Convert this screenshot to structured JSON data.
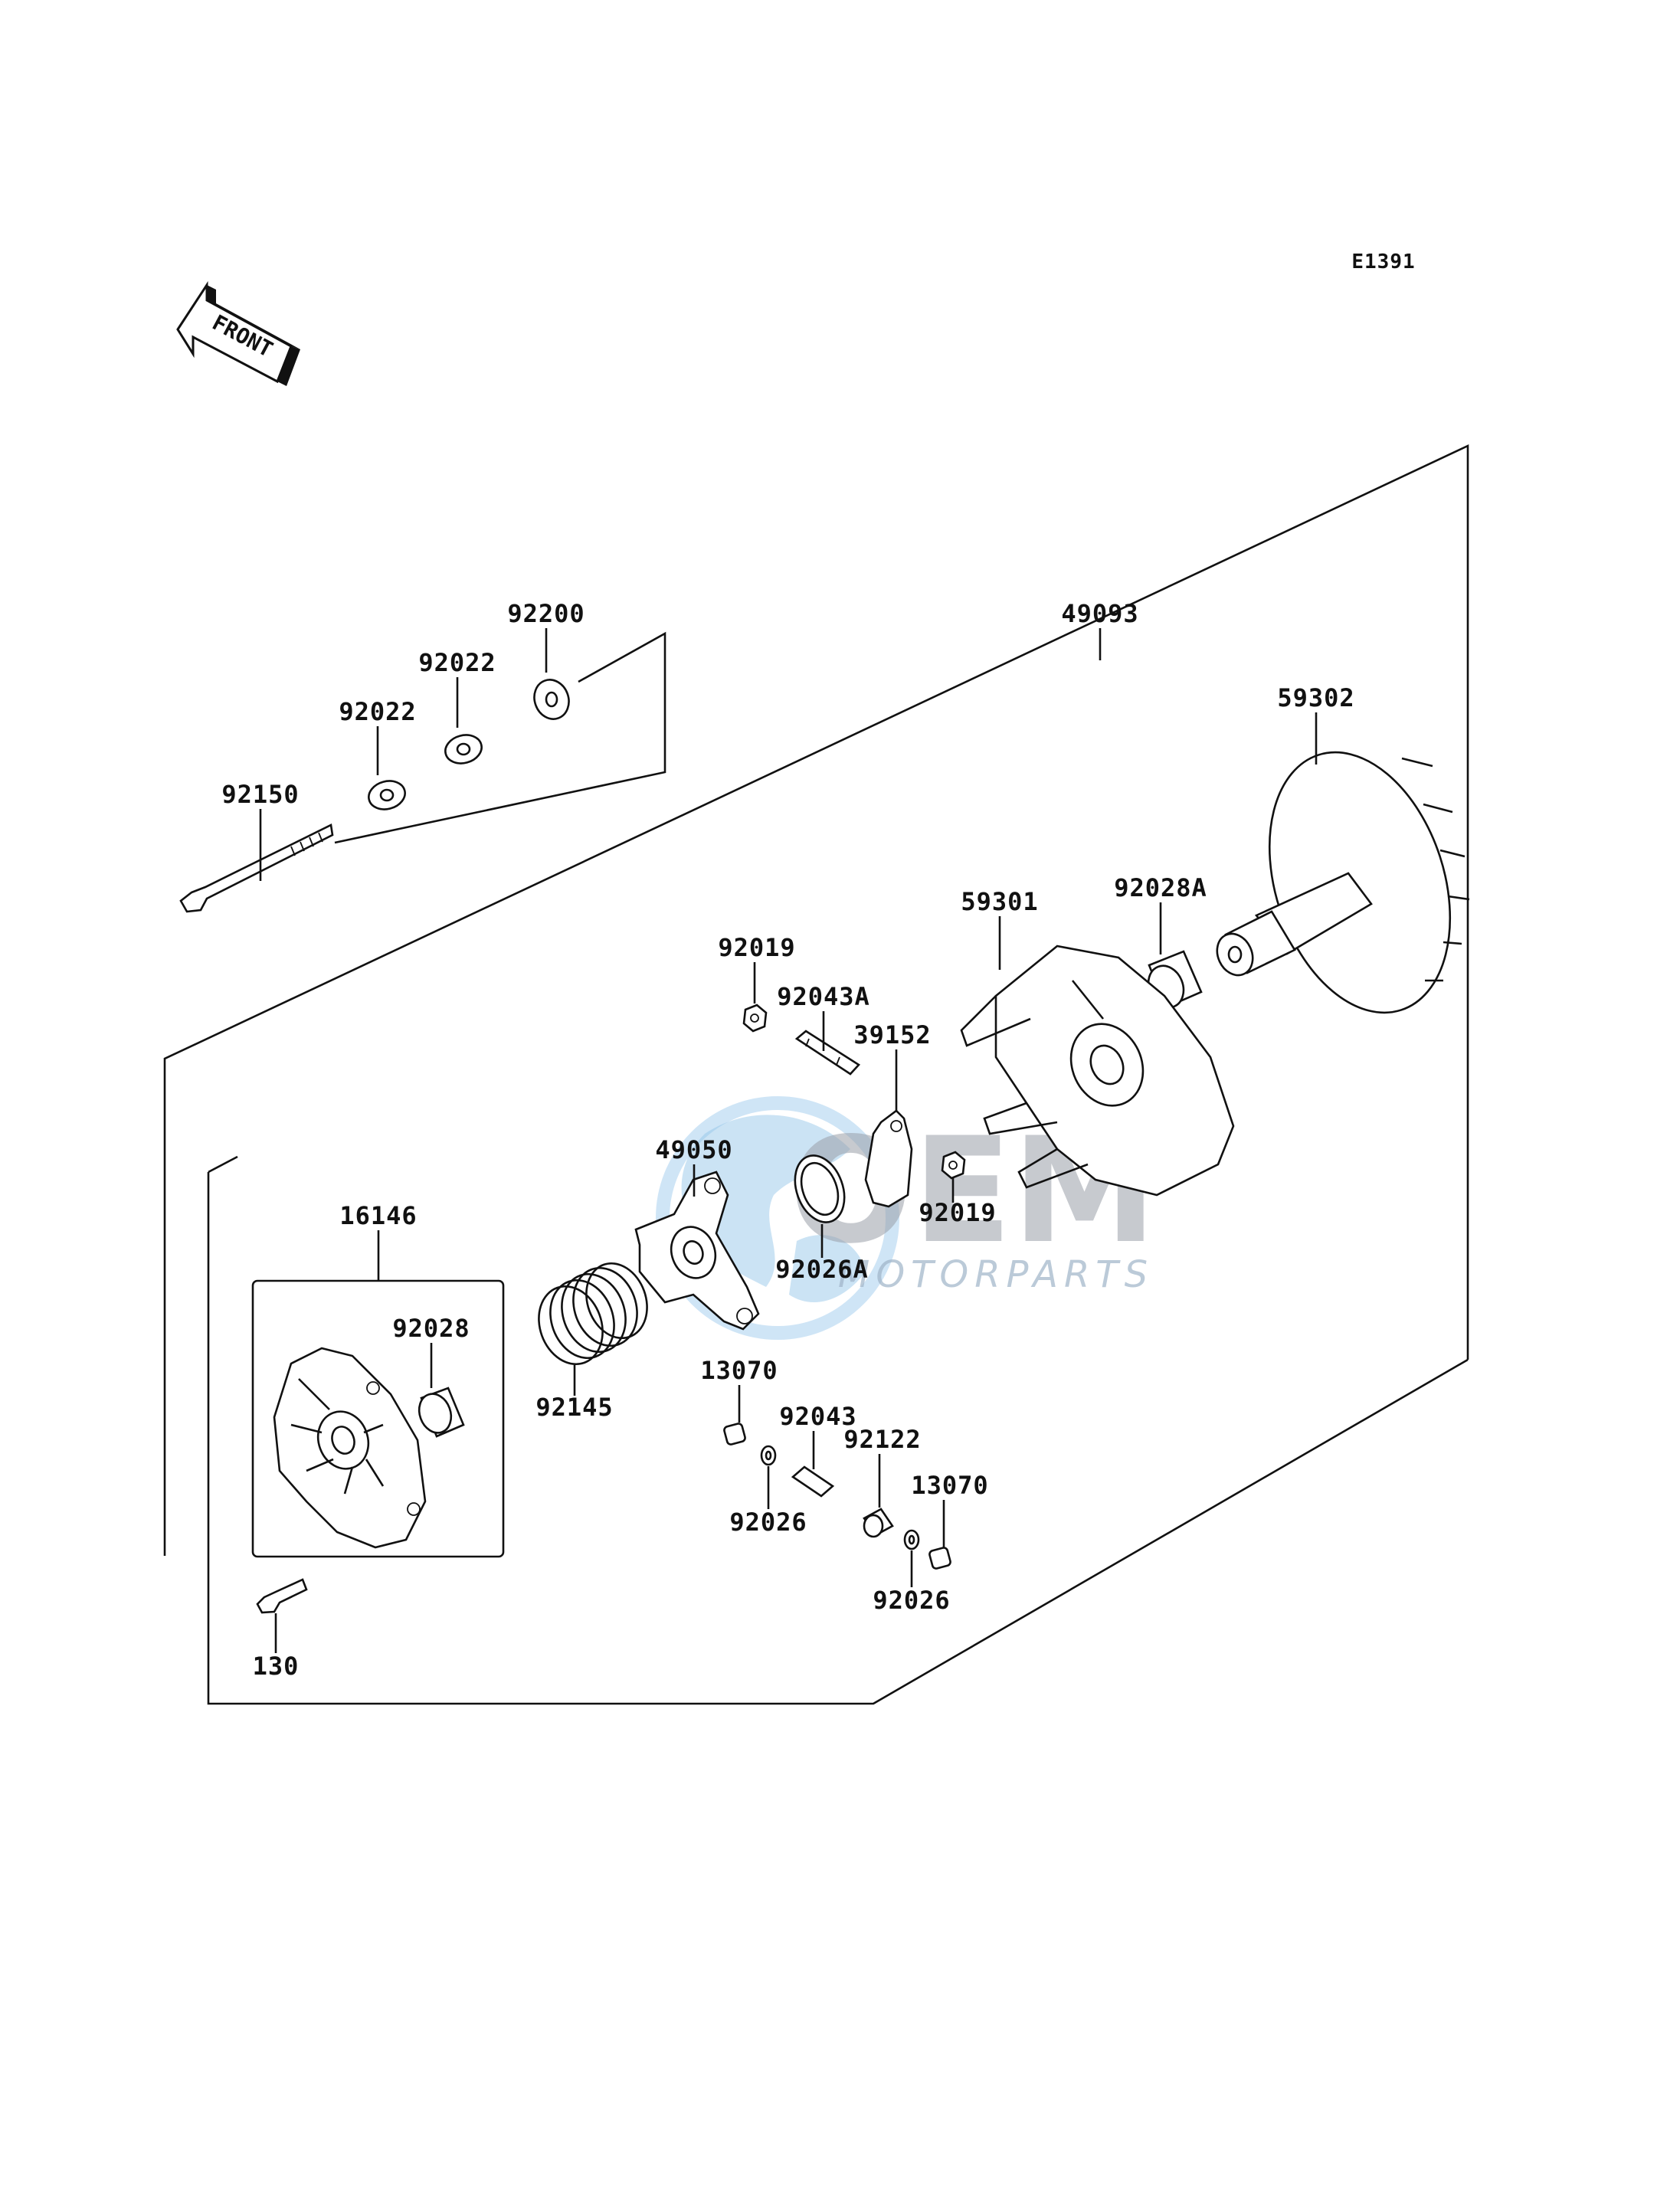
{
  "diagram_code": "E1391",
  "front_badge": "FRONT",
  "watermark": {
    "brand": "OEM",
    "sub": "MOTORPARTS",
    "globe_color": "#6fb0e0",
    "text_color": "#8f949c"
  },
  "labels": {
    "p49093": "49093",
    "p92200": "92200",
    "p92022_a": "92022",
    "p92022_b": "92022",
    "p92150": "92150",
    "p59302": "59302",
    "p92028A": "92028A",
    "p59301": "59301",
    "p92019_a": "92019",
    "p92043A": "92043A",
    "p39152": "39152",
    "p49050": "49050",
    "p92019_b": "92019",
    "p92026A": "92026A",
    "p16146": "16146",
    "p92028": "92028",
    "p92145": "92145",
    "p13070_a": "13070",
    "p92043": "92043",
    "p92122": "92122",
    "p13070_b": "13070",
    "p92026_a": "92026",
    "p92026_b": "92026",
    "p130": "130"
  }
}
